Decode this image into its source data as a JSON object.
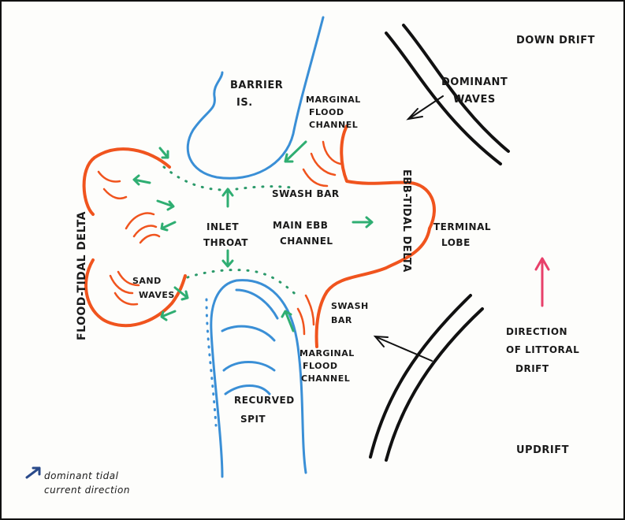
{
  "labels": {
    "down_drift": "DOWN DRIFT",
    "updrift": "UPDRIFT",
    "dominant_waves_1": "DOMINANT",
    "dominant_waves_2": "WAVES",
    "barrier_1": "BARRIER",
    "barrier_2": "IS.",
    "marginal_top_1": "MARGINAL",
    "marginal_top_2": "FLOOD",
    "marginal_top_3": "CHANNEL",
    "swash_bar_top": "SWASH BAR",
    "ebb_tidal_delta": "EBB-TIDAL DELTA",
    "terminal_lobe_1": "TERMINAL",
    "terminal_lobe_2": "LOBE",
    "inlet_throat_1": "INLET",
    "inlet_throat_2": "THROAT",
    "main_ebb_1": "MAIN EBB",
    "main_ebb_2": "CHANNEL",
    "flood_tidal_delta": "FLOOD-TIDAL DELTA",
    "sand_waves_1": "SAND",
    "sand_waves_2": "WAVES",
    "swash_bar_bottom_1": "SWASH",
    "swash_bar_bottom_2": "BAR",
    "marginal_bottom_1": "MARGINAL",
    "marginal_bottom_2": "FLOOD",
    "marginal_bottom_3": "CHANNEL",
    "recurved_spit_1": "RECURVED",
    "recurved_spit_2": "SPIT",
    "direction_1": "DIRECTION",
    "direction_2": "OF LITTORAL",
    "direction_3": "DRIFT",
    "legend_1": "dominant tidal",
    "legend_2": "current direction"
  },
  "colors": {
    "shoreline": "#3a8fd6",
    "delta": "#f0541e",
    "tidal_current": "#2fae72",
    "waves": "#111111",
    "littoral_drift": "#e8406a"
  }
}
